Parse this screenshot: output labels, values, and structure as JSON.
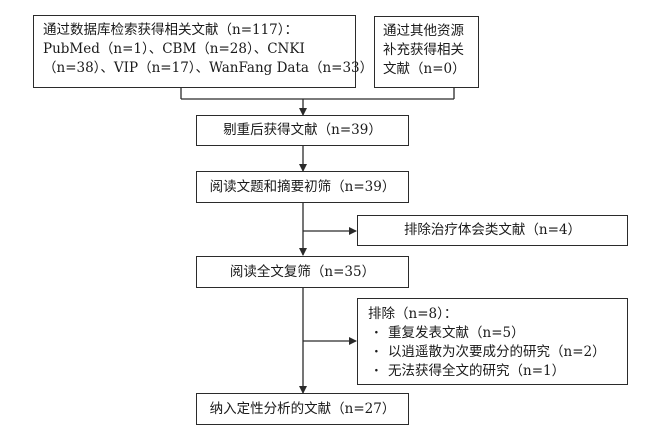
{
  "boxes": {
    "db_search": [
      "通过数据库检索获得相关文献（n=117）：",
      "PubMed（n=1）、CBM（n=28）、CNKI",
      "（n=38）、VIP（n=17）、WanFang Data（n=33）"
    ],
    "other_source": [
      "通过其他资源",
      "补充获得相关",
      "文献（n=0）"
    ],
    "dedup": "剔重后获得文献（n=39）",
    "title_abstract": "阅读文题和摘要初筛（n=39）",
    "excl_treatment": "排除治疗体会类文献（n=4）",
    "fulltext": "阅读全文复筛（n=35）",
    "excl_full": {
      "title": "排除（n=8）：",
      "items": [
        "重复发表文献（n=5）",
        "以逍遥散为次要成分的研究（n=2）",
        "无法获得全文的研究（n=1）"
      ]
    },
    "included": "纳入定性分析的文献（n=27）"
  }
}
